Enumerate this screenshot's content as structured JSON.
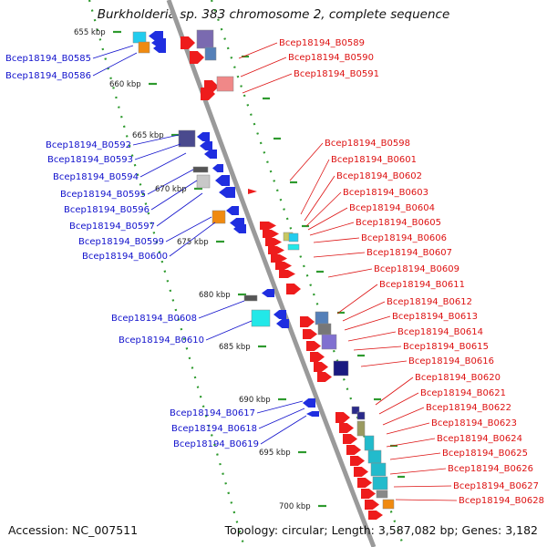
{
  "title": "Burkholderia sp. 383 chromosome 2, complete sequence",
  "footer": {
    "accession": "Accession: NC_007511",
    "summary": "Topology: circular; Length: 3,587,082 bp; Genes: 3,182"
  },
  "colors": {
    "backbone": "#999999",
    "tick": "#2e9a2e",
    "forward_label": "#1111cc",
    "reverse_label": "#dd1111"
  },
  "kbp_marks": [
    "655 kbp",
    "660 kbp",
    "665 kbp",
    "670 kbp",
    "675 kbp",
    "680 kbp",
    "685 kbp",
    "690 kbp",
    "695 kbp",
    "700 kbp"
  ],
  "forward_genes": [
    "Bcep18194_B0585",
    "Bcep18194_B0586",
    "Bcep18194_B0592",
    "Bcep18194_B0593",
    "Bcep18194_B0594",
    "Bcep18194_B0595",
    "Bcep18194_B0596",
    "Bcep18194_B0597",
    "Bcep18194_B0599",
    "Bcep18194_B0600",
    "Bcep18194_B0608",
    "Bcep18194_B0610",
    "Bcep18194_B0617",
    "Bcep18194_B0618",
    "Bcep18194_B0619"
  ],
  "reverse_genes": [
    "Bcep18194_B0589",
    "Bcep18194_B0590",
    "Bcep18194_B0591",
    "Bcep18194_B0598",
    "Bcep18194_B0601",
    "Bcep18194_B0602",
    "Bcep18194_B0603",
    "Bcep18194_B0604",
    "Bcep18194_B0605",
    "Bcep18194_B0606",
    "Bcep18194_B0607",
    "Bcep18194_B0609",
    "Bcep18194_B0611",
    "Bcep18194_B0612",
    "Bcep18194_B0613",
    "Bcep18194_B0614",
    "Bcep18194_B0615",
    "Bcep18194_B0616",
    "Bcep18194_B0620",
    "Bcep18194_B0621",
    "Bcep18194_B0622",
    "Bcep18194_B0623",
    "Bcep18194_B0624",
    "Bcep18194_B0625",
    "Bcep18194_B0626",
    "Bcep18194_B0627",
    "Bcep18194_B0628"
  ]
}
